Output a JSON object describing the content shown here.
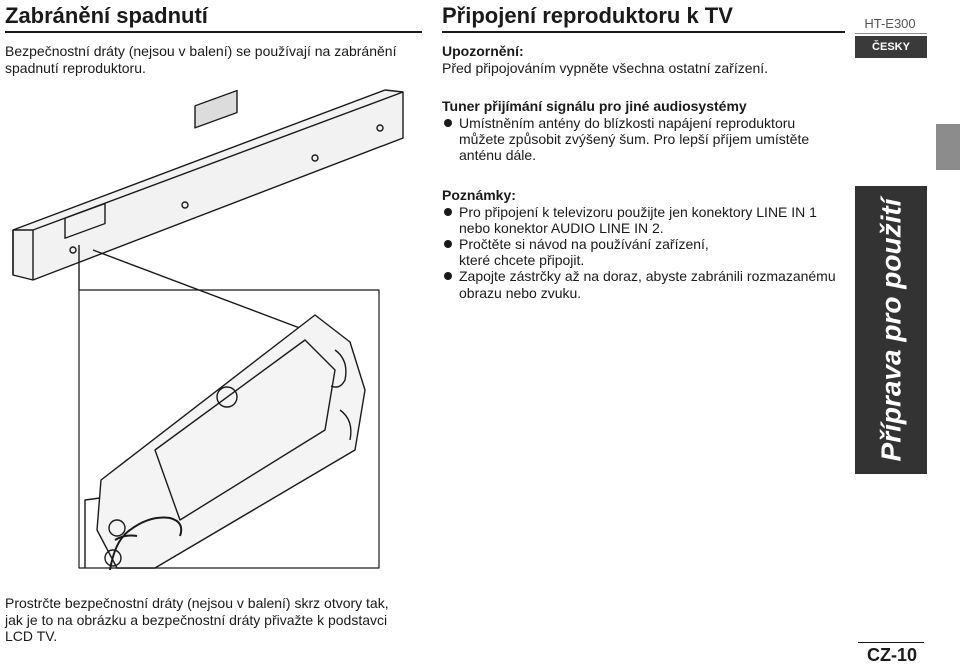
{
  "left": {
    "heading": "Zabránění spadnutí",
    "intro": [
      "Bezpečnostní dráty (nejsou v balení) se používají na zabránění",
      "spadnutí reproduktoru."
    ],
    "caption": [
      "Prostrčte bezpečnostní dráty (nejsou v balení) skrz otvory tak,",
      "jak je to na obrázku a bezpečnostní dráty přivažte k podstavci",
      "LCD TV."
    ]
  },
  "middle": {
    "heading": "Připojení reproduktoru k TV",
    "warning_title": "Upozornění:",
    "warning_text": "Před připojováním vypněte všechna ostatní zařízení.",
    "tuner_title": "Tuner přijímání signálu pro jiné audiosystémy",
    "tuner_items": [
      [
        "Umístněním antény do blízkosti napájení reproduktoru",
        "můžete způsobit zvýšený šum. Pro lepší příjem umístěte",
        "anténu dále."
      ]
    ],
    "notes_title": "Poznámky:",
    "notes_items": [
      [
        "Pro připojení k televizoru použijte jen konektory LINE IN 1",
        "nebo konektor AUDIO LINE IN 2."
      ],
      [
        "Pročtěte si návod na používání zařízení,",
        "které chcete připojit."
      ],
      [
        "Zapojte zástrčky až na doraz, abyste zabránili rozmazanému",
        "obrazu nebo zvuku."
      ]
    ]
  },
  "right": {
    "model": "HT-E300",
    "language": "ČESKY",
    "section": "Příprava pro použití",
    "page_number": "CZ-10"
  },
  "colors": {
    "text": "#1a1a1a",
    "side_band": "#333333",
    "gray_tab": "#8c8c8c",
    "illustration_fill": "#f4f4f4"
  },
  "icons": {
    "illustration": "soundbar-safety-wire-illustration"
  }
}
